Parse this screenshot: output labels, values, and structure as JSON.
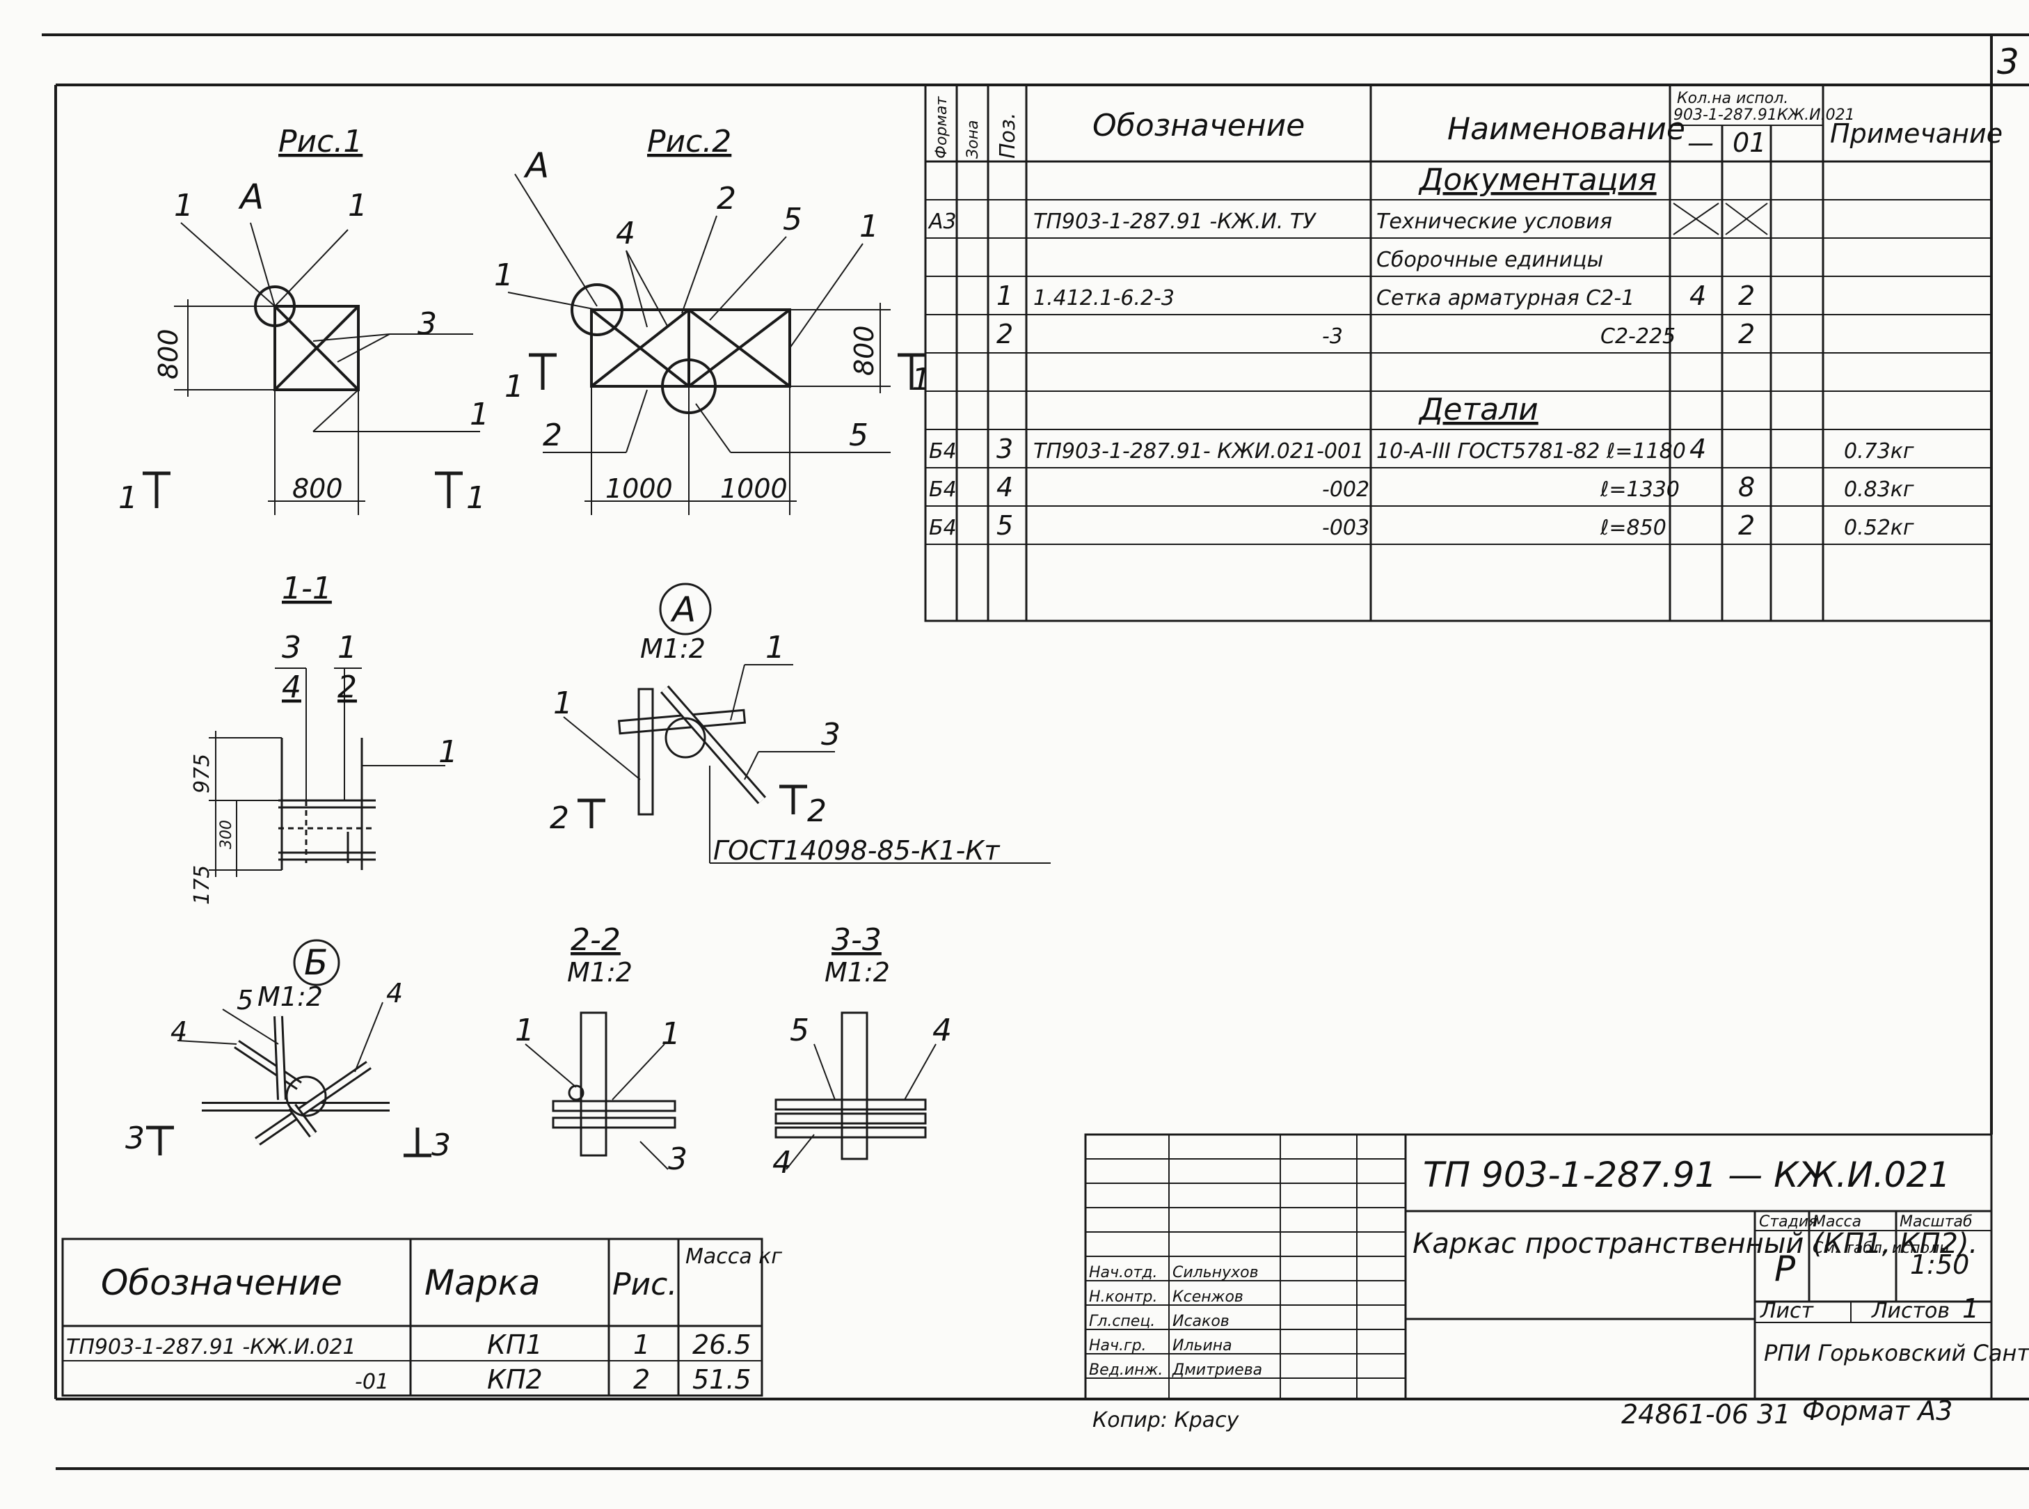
{
  "sheet_number": "3",
  "figures": {
    "fig1_title": "Рис.1",
    "fig2_title": "Рис.2",
    "callout_a": "А",
    "dim_800": "800",
    "dim_1000": "1000",
    "section_1": "1",
    "section_1_1": "1-1",
    "section_2_2": "2-2",
    "section_3_3": "3-3",
    "view_a": "А",
    "view_b": "Б",
    "scale_m12": "М1:2",
    "gost_weld": "ГОСТ14098-85-К1-Кт",
    "dim_975": "975",
    "dim_300": "300",
    "dim_175": "175",
    "n1": "1",
    "n2": "2",
    "n3": "3",
    "n4": "4",
    "n5": "5"
  },
  "spec_table": {
    "headers": {
      "format": "Формат",
      "zone": "Зона",
      "pos": "Поз.",
      "designation": "Обозначение",
      "name": "Наименование",
      "qty_top": "Кол.на испол.",
      "qty_sub": "903-1-287.91КЖ.И.021",
      "qty_dash": "—",
      "qty_01": "01",
      "note": "Примечание"
    },
    "rows": [
      {
        "format": "",
        "pos": "",
        "designation": "",
        "name": "Документация",
        "q1": "",
        "q2": "",
        "note": "",
        "heading": true
      },
      {
        "format": "А3",
        "pos": "",
        "designation": "ТП903-1-287.91     -КЖ.И. ТУ",
        "name": "Технические условия",
        "q1": "X",
        "q2": "X",
        "note": ""
      },
      {
        "format": "",
        "pos": "",
        "designation": "",
        "name": "Сборочные единицы",
        "q1": "",
        "q2": "",
        "note": ""
      },
      {
        "format": "",
        "pos": "1",
        "designation": "1.412.1-6.2-3",
        "name": "Сетка арматурная   С2-1",
        "q1": "4",
        "q2": "2",
        "note": ""
      },
      {
        "format": "",
        "pos": "2",
        "designation": "-3",
        "name": "С2-225",
        "q1": "",
        "q2": "2",
        "note": ""
      },
      {
        "format": "",
        "pos": "",
        "designation": "",
        "name": "",
        "q1": "",
        "q2": "",
        "note": ""
      },
      {
        "format": "",
        "pos": "",
        "designation": "",
        "name": "Детали",
        "q1": "",
        "q2": "",
        "note": "",
        "heading": true
      },
      {
        "format": "Б4",
        "pos": "3",
        "designation": "ТП903-1-287.91- КЖИ.021-001",
        "name": "10-А-III ГОСТ5781-82 ℓ=1180",
        "q1": "4",
        "q2": "",
        "note": "0.73кг"
      },
      {
        "format": "Б4",
        "pos": "4",
        "designation": "-002",
        "name": "ℓ=1330",
        "q1": "",
        "q2": "8",
        "note": "0.83кг"
      },
      {
        "format": "Б4",
        "pos": "5",
        "designation": "-003",
        "name": "ℓ=850",
        "q1": "",
        "q2": "2",
        "note": "0.52кг"
      }
    ]
  },
  "marks_table": {
    "headers": {
      "designation": "Обозначение",
      "mark": "Марка",
      "fig": "Рис.",
      "mass": "Масса кг"
    },
    "rows": [
      {
        "designation": "ТП903-1-287.91    -КЖ.И.021",
        "mark": "КП1",
        "fig": "1",
        "mass": "26.5"
      },
      {
        "designation": "-01",
        "mark": "КП2",
        "fig": "2",
        "mass": "51.5"
      }
    ]
  },
  "title_block": {
    "code": "ТП 903-1-287.91  —  КЖ.И.021",
    "title": "Каркас пространственный (КП1, КП2).",
    "stage_label": "Стадия",
    "mass_label": "Масса",
    "scale_label": "Масштаб",
    "stage": "Р",
    "mass_value": "См. табл. исполн.",
    "scale": "1:50",
    "sheet_label": "Лист",
    "sheets_label": "Листов",
    "sheets": "1",
    "org": "РПИ Горьковский Сантехпроект",
    "roles": [
      "Нач.отд.",
      "Н.контр.",
      "Гл.спец.",
      "Нач.гр.",
      "Вед.инж."
    ],
    "names": [
      "Сильнухов",
      "Ксенжов",
      "Исаков",
      "Ильина",
      "Дмитриева"
    ],
    "copier": "Копир: Красу",
    "footer_num": "24861-06  31",
    "format": "Формат А3"
  }
}
